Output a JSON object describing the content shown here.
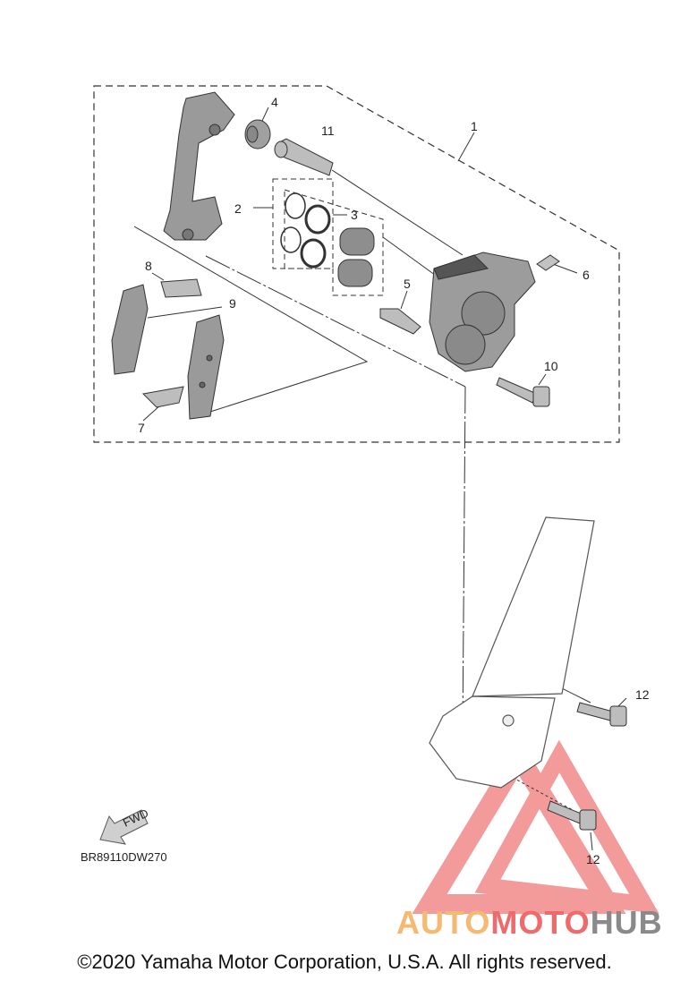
{
  "callouts": {
    "c1": "1",
    "c2": "2",
    "c3": "3",
    "c4": "4",
    "c5": "5",
    "c6": "6",
    "c7": "7",
    "c8": "8",
    "c9": "9",
    "c10": "10",
    "c11": "11",
    "c12a": "12",
    "c12b": "12"
  },
  "fwd_label": "FWD",
  "diagram_code": "BR89110DW270",
  "watermark": {
    "part1": "AUTO",
    "part2": "MOTO",
    "part3": "HUB",
    "colors": {
      "auto": "#f5b971",
      "moto": "#ef6b6b",
      "hub": "#8a8a8a"
    }
  },
  "copyright": "©2020 Yamaha Motor Corporation, U.S.A. All rights reserved."
}
